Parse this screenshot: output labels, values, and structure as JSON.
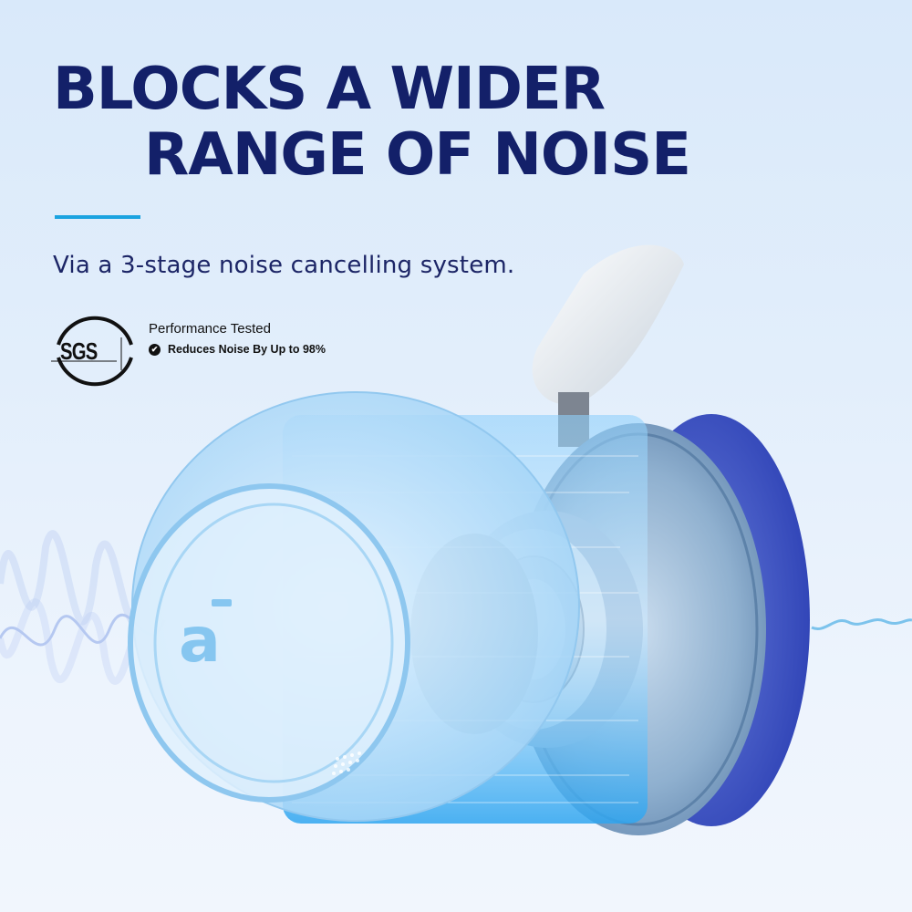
{
  "headline": {
    "line1": "BLOCKS A WIDER",
    "line2": "RANGE OF NOISE"
  },
  "subtitle": "Via a 3-stage noise cancelling system.",
  "certification": {
    "badge_label": "SGS",
    "title": "Performance Tested",
    "claim": "Reduces Noise By Up to 98%",
    "claim_icon": "check-circle-icon"
  },
  "illustration": {
    "subject": "exploded headphone ear cup with noise cancelling layers",
    "logo_glyph": "a",
    "incoming_wave": "noise-wave-icon",
    "outgoing_wave": "reduced-wave-icon"
  },
  "colors": {
    "headline": "#132069",
    "accent_rule": "#1aa3e0",
    "background_top": "#d9e9fa",
    "background_bottom": "#f1f6fd",
    "cushion_blue": "#3f56c4",
    "shell_light_blue": "#a9d6f5"
  }
}
